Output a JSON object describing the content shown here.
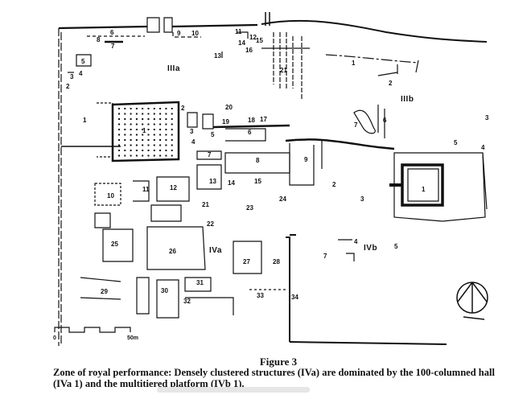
{
  "figure": {
    "title": "Figure 3",
    "caption": "Zone of royal performance: Densely clustered structures (IVa) are dominated by the 100-columned hall (IVa 1) and the multitiered platform (IVb 1)."
  },
  "map": {
    "zones": [
      "IIIa",
      "IIIb",
      "IVa",
      "IVb"
    ],
    "labels_IIIa": [
      "1",
      "2",
      "3",
      "4",
      "5",
      "6",
      "7",
      "8",
      "9",
      "10",
      "11",
      "12",
      "13",
      "14",
      "15",
      "16",
      "21"
    ],
    "labels_IIIb": [
      "1",
      "2",
      "3",
      "4",
      "5",
      "6",
      "7"
    ],
    "labels_IVa": [
      "1",
      "2",
      "3",
      "4",
      "5",
      "6",
      "7",
      "8",
      "9",
      "10",
      "11",
      "12",
      "13",
      "14",
      "15",
      "17",
      "18",
      "19",
      "20",
      "21",
      "22",
      "23",
      "24",
      "25",
      "26",
      "27",
      "28",
      "29",
      "30",
      "31",
      "32",
      "33",
      "34"
    ],
    "labels_IVb": [
      "1",
      "2",
      "3",
      "4",
      "5",
      "7"
    ],
    "scale_bar": {
      "start": "0",
      "end": "50m"
    },
    "north_arrow": "north-arrow"
  }
}
